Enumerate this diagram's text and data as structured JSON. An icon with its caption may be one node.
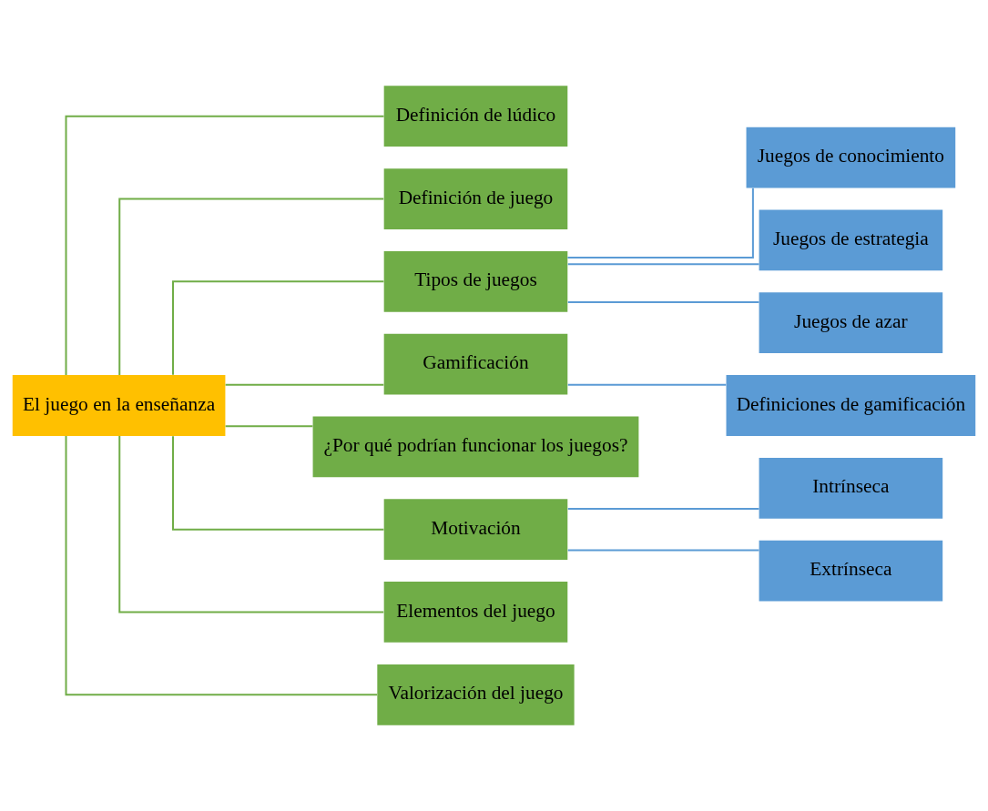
{
  "diagram": {
    "nodes": [
      {
        "text": [
          "El juego en la enseñanza"
        ]
      },
      {
        "text": [
          "Definición de lúdico"
        ]
      },
      {
        "text": [
          "Definición de juego"
        ]
      },
      {
        "text": [
          "Tipos de juegos"
        ]
      },
      {
        "text": [
          "Gamificación"
        ]
      },
      {
        "text": [
          "¿Por qué podrían funcionar los juegos?"
        ]
      },
      {
        "text": [
          "Motivación"
        ]
      },
      {
        "text": [
          "Elementos del juego"
        ]
      },
      {
        "text": [
          "Valorización del juego"
        ]
      },
      {
        "text": [
          "Juegos de conocimiento"
        ]
      },
      {
        "text": [
          "Juegos de estrategia"
        ]
      },
      {
        "text": [
          "Juegos de azar"
        ]
      },
      {
        "text": [
          "Definiciones de gamificación"
        ]
      },
      {
        "text": [
          "Intrínseca"
        ]
      },
      {
        "text": [
          "Extrínseca"
        ]
      }
    ],
    "edges": [
      {
        "from": 0,
        "to": 1,
        "arrow": "none"
      },
      {
        "from": 0,
        "to": 2,
        "arrow": "none"
      },
      {
        "from": 0,
        "to": 3,
        "arrow": "none"
      },
      {
        "from": 0,
        "to": 4,
        "arrow": "none"
      },
      {
        "from": 0,
        "to": 5,
        "arrow": "none"
      },
      {
        "from": 0,
        "to": 6,
        "arrow": "none"
      },
      {
        "from": 0,
        "to": 7,
        "arrow": "none"
      },
      {
        "from": 0,
        "to": 8,
        "arrow": "none"
      },
      {
        "from": 3,
        "to": 9,
        "arrow": "none",
        "color": "#5b9bd5"
      },
      {
        "from": 3,
        "to": 10,
        "arrow": "none",
        "color": "#5b9bd5"
      },
      {
        "from": 3,
        "to": 11,
        "arrow": "none",
        "color": "#5b9bd5"
      },
      {
        "from": 4,
        "to": 12,
        "arrow": "none",
        "color": "#5b9bd5"
      },
      {
        "from": 6,
        "to": 13,
        "arrow": "none",
        "color": "#5b9bd5"
      },
      {
        "from": 6,
        "to": 14,
        "arrow": "none",
        "color": "#5b9bd5"
      }
    ]
  }
}
